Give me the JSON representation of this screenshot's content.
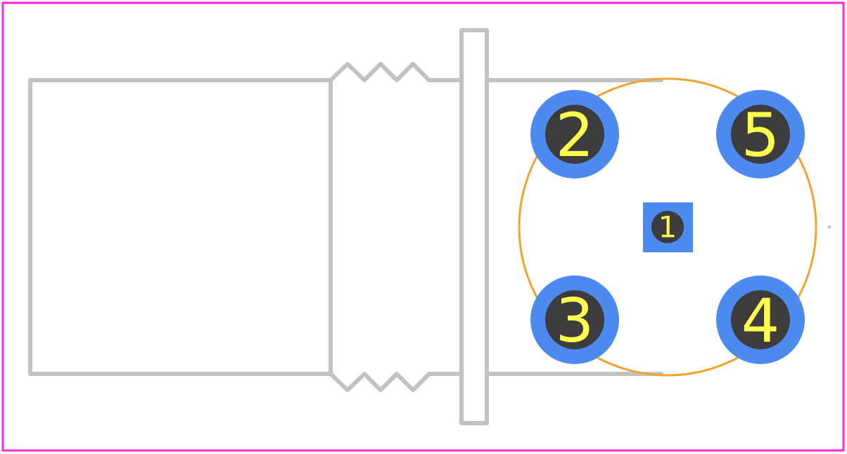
{
  "colors": {
    "board_outline": "#ff26e2",
    "silkscreen": "#c2c2c2",
    "courtyard": "#f5a231",
    "pad_copper": "#4d8af0",
    "drill_hole": "#3c3c3c",
    "pad_label": "#ffff4d"
  },
  "pads": [
    {
      "number": "1",
      "shape": "square"
    },
    {
      "number": "2",
      "shape": "round"
    },
    {
      "number": "3",
      "shape": "round"
    },
    {
      "number": "4",
      "shape": "round"
    },
    {
      "number": "5",
      "shape": "round"
    }
  ]
}
